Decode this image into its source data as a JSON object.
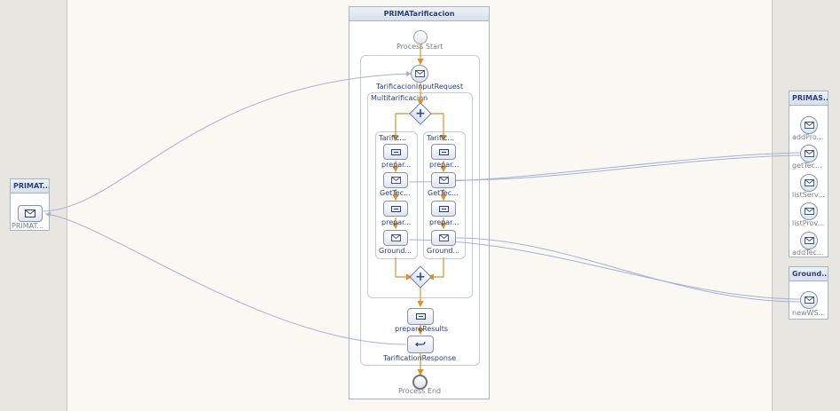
{
  "process": {
    "title": "PRIMATarificacion",
    "start_label": "Process Start",
    "end_label": "Process End",
    "receive_label": "TarificacionInputRequest",
    "flow_label": "Multitarificacion",
    "branches": [
      {
        "label": "Tarific...",
        "steps": [
          "prepar...",
          "GetTec...",
          "prepar...",
          "Ground..."
        ]
      },
      {
        "label": "Tarific...",
        "steps": [
          "prepar...",
          "GetTec...",
          "prepar...",
          "Ground..."
        ]
      }
    ],
    "prepare_results_label": "prepareResults",
    "reply_label": "TarificationResponse"
  },
  "left_partner": {
    "title": "PRIMAT...",
    "operation": "PRIMAT..."
  },
  "right_partners": [
    {
      "title": "PRIMAS...",
      "operations": [
        "addPro...",
        "getTec...",
        "listServ...",
        "listProv...",
        "addTec..."
      ]
    },
    {
      "title": "Ground...",
      "operations": [
        "newWS..."
      ]
    }
  ],
  "colors": {
    "flow": "#d9942c",
    "link": "#a9b0d6",
    "text": "#2b3f7a"
  }
}
